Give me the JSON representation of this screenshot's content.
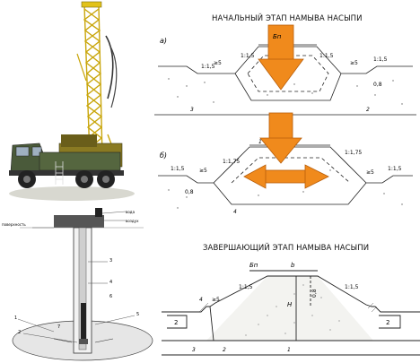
{
  "titles": {
    "initial_stage": "НАЧАЛЬНЫЙ ЭТАП НАМЫВА НАСЫПИ",
    "final_stage": "ЗАВЕРШАЮЩИЙ ЭТАП НАМЫВА НАСЫПИ"
  },
  "diagram_a": {
    "label": "а)",
    "dim_top": "Бп",
    "slope_left": "1:1,5",
    "slope_right": "1:1,5",
    "slope_outer_left": "1:1,5",
    "slope_outer_right": "1:1,5",
    "dim_left": "≥5",
    "dim_right": "≥5",
    "depth": "0,8",
    "num_bottom": "3",
    "num_right": "2"
  },
  "diagram_b": {
    "label": "б)",
    "slope_left": "1:1,75",
    "slope_right": "1:1,75",
    "slope_outer_left": "1:1,5",
    "slope_outer_right": "1:1,5",
    "dim_left": "≥5",
    "dim_right": "≥5",
    "depth": "0,8",
    "num_left": "4",
    "num_top": "1"
  },
  "diagram_final": {
    "dim_top_left": "Бп",
    "dim_top": "b",
    "height": "H",
    "height2": "0,8",
    "slope_left": "1:1,5",
    "slope_right": "1:1,5",
    "dim_left": "≥5",
    "num_4": "4",
    "num_2_left": "2",
    "num_2_right": "2",
    "num_3": "3",
    "num_2_bottom": "2",
    "num_1": "1"
  },
  "well_diagram": {
    "label_left": "поверхность",
    "label_right_top": "вода",
    "label_right_mid": "воздух",
    "num_1": "1",
    "num_2": "2",
    "num_3": "3",
    "num_4": "4",
    "num_5": "5",
    "num_6": "6",
    "num_7": "7"
  },
  "colors": {
    "arrow_orange": "#f08a1c",
    "arrow_orange_light": "#f6b25a",
    "truck_body": "#4a5a3a",
    "rig_yellow": "#e2c21a",
    "sand_fill": "#f3f3f0",
    "line": "#222222"
  },
  "icons": {
    "down_arrow": "arrow-down-icon",
    "double_arrow": "arrow-left-right-icon",
    "truck": "drilling-rig-truck"
  }
}
